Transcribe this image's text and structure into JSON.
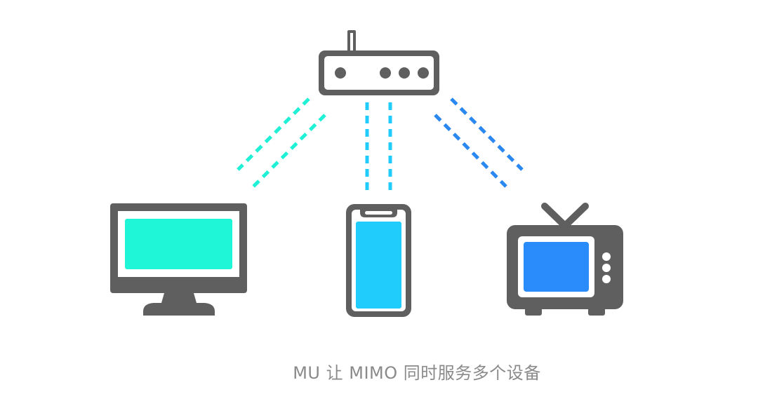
{
  "caption": "MU 让 MIMO 同时服务多个设备",
  "colors": {
    "device_body": "#5f5f5f",
    "monitor_screen": "#1ff6d8",
    "phone_screen": "#1fccfb",
    "tv_screen": "#2a8bfb",
    "link_monitor": "#1ff0d6",
    "link_phone": "#1fccfb",
    "link_tv": "#2a88f0",
    "caption_text": "#8a8a8a"
  },
  "devices": [
    {
      "name": "router-icon",
      "kind": "router"
    },
    {
      "name": "monitor-icon",
      "kind": "monitor",
      "screen_color": "#1ff6d8"
    },
    {
      "name": "phone-icon",
      "kind": "phone",
      "screen_color": "#1fccfb"
    },
    {
      "name": "tv-icon",
      "kind": "tv",
      "screen_color": "#2a8bfb"
    }
  ]
}
